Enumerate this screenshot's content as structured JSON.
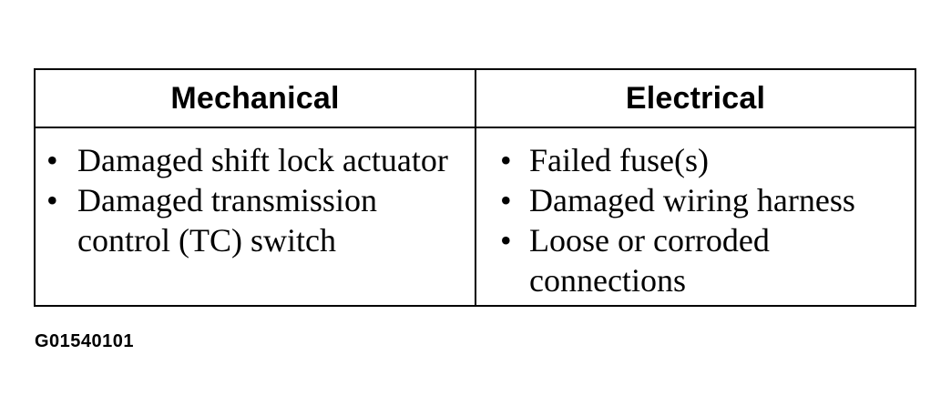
{
  "table": {
    "headers": [
      "Mechanical",
      "Electrical"
    ],
    "mechanical": [
      "Damaged shift lock actuator",
      "Damaged transmission control (TC) switch"
    ],
    "electrical": [
      "Failed fuse(s)",
      "Damaged wiring harness",
      "Loose or corroded connections"
    ]
  },
  "figure_id": "G01540101"
}
